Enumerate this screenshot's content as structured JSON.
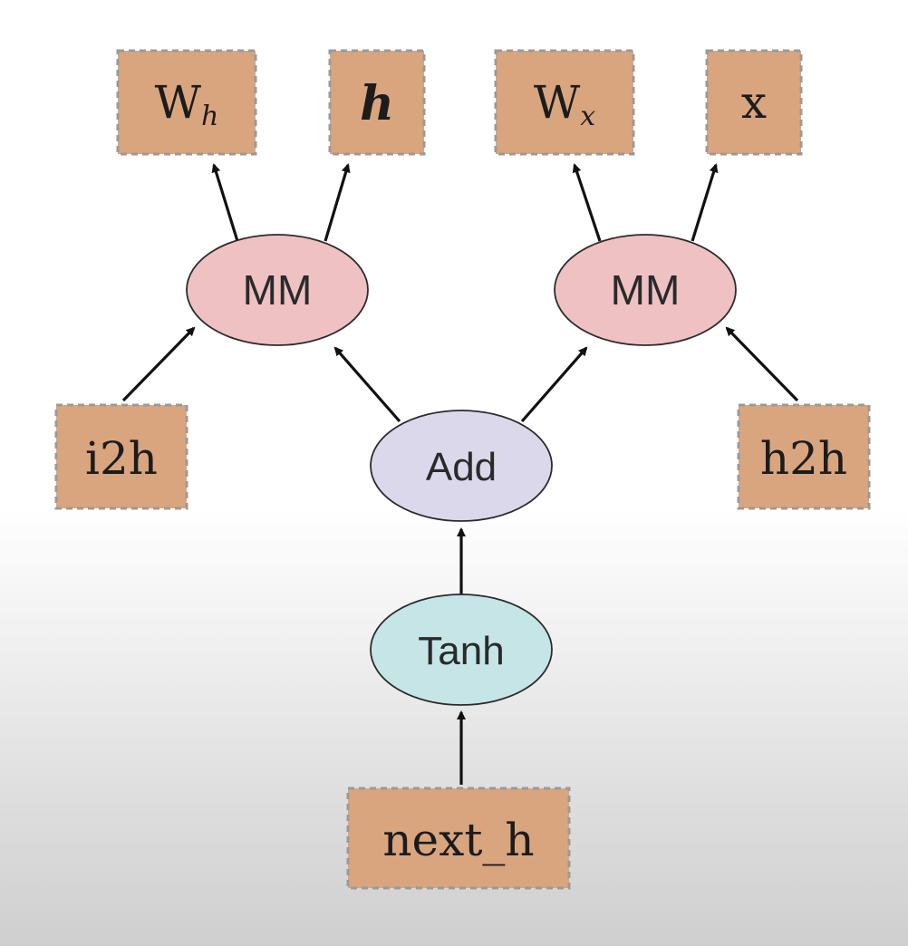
{
  "diagram": {
    "colors": {
      "variable_fill": "#d9a57e",
      "mm_fill": "#efc1c3",
      "add_fill": "#dcd8ec",
      "tanh_fill": "#c6e5e6",
      "edge": "#111111"
    },
    "variables": {
      "w_h": {
        "base": "W",
        "sub": "h"
      },
      "h": {
        "label": "h"
      },
      "w_x": {
        "base": "W",
        "sub": "x"
      },
      "x": {
        "label": "x"
      },
      "i2h": {
        "label": "i2h"
      },
      "h2h": {
        "label": "h2h"
      },
      "next_h": {
        "label": "next_h"
      }
    },
    "operations": {
      "mm_left": {
        "label": "MM"
      },
      "mm_right": {
        "label": "MM"
      },
      "add": {
        "label": "Add"
      },
      "tanh": {
        "label": "Tanh"
      }
    },
    "edges": [
      {
        "from": "mm_left",
        "to": "w_h"
      },
      {
        "from": "mm_left",
        "to": "h"
      },
      {
        "from": "mm_right",
        "to": "w_x"
      },
      {
        "from": "mm_right",
        "to": "x"
      },
      {
        "from": "i2h",
        "to": "mm_left"
      },
      {
        "from": "add",
        "to": "mm_left"
      },
      {
        "from": "add",
        "to": "mm_right"
      },
      {
        "from": "h2h",
        "to": "mm_right"
      },
      {
        "from": "tanh",
        "to": "add"
      },
      {
        "from": "next_h",
        "to": "tanh"
      }
    ]
  }
}
